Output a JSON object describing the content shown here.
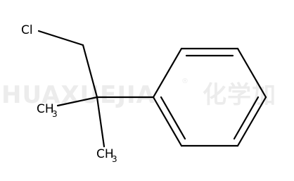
{
  "structure": {
    "labels": {
      "chlorine": "Cl",
      "methyl_left": {
        "main": "CH",
        "sub": "3"
      },
      "methyl_bottom": {
        "main": "CH",
        "sub": "3"
      }
    }
  },
  "watermark": {
    "text_latin": "HUAXUEJIA",
    "registered_mark": "®",
    "text_cjk": "化学加"
  },
  "colors": {
    "bond": "#000000",
    "label": "#000000",
    "watermark": "#ececec",
    "background": "#ffffff"
  }
}
